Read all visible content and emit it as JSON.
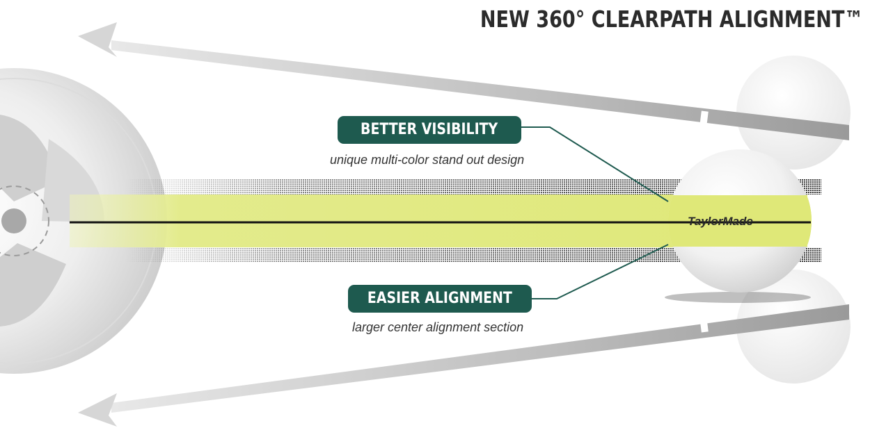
{
  "title": "NEW 360° CLEARPATH ALIGNMENT™",
  "callouts": [
    {
      "label": "BETTER VISIBILITY",
      "caption": "unique multi-color stand out design"
    },
    {
      "label": "EASIER ALIGNMENT",
      "caption": "larger center alignment section"
    }
  ],
  "brand": "TaylorMade",
  "colors": {
    "pill": "#1e5a4f",
    "alignment_band": "#dfe878",
    "text_dark": "#2b2b2b"
  },
  "icons": [
    "golf-hole-cup",
    "golf-ball",
    "arrow-left"
  ]
}
